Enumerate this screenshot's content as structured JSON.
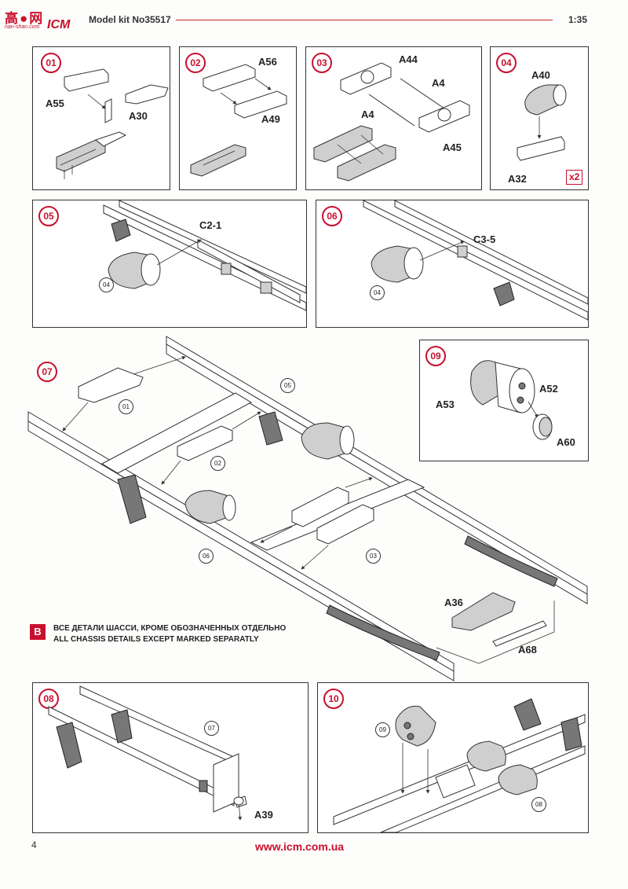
{
  "header": {
    "title": "Model kit No35517",
    "scale": "1:35"
  },
  "logo": {
    "cn": "高●网",
    "sub": "nan-shan.com",
    "icm": "ICM"
  },
  "steps": {
    "s01": {
      "num": "01",
      "labels": [
        "A55",
        "A30"
      ]
    },
    "s02": {
      "num": "02",
      "labels": [
        "A56",
        "A49"
      ]
    },
    "s03": {
      "num": "03",
      "labels": [
        "A44",
        "A4",
        "A4",
        "A45"
      ]
    },
    "s04": {
      "num": "04",
      "labels": [
        "A40",
        "A32"
      ],
      "multiplier": "x2"
    },
    "s05": {
      "num": "05",
      "labels": [
        "C2-1"
      ],
      "refs": [
        "04"
      ]
    },
    "s06": {
      "num": "06",
      "labels": [
        "C3-5"
      ],
      "refs": [
        "04"
      ]
    },
    "s07": {
      "num": "07",
      "labels": [
        "A36",
        "A68"
      ],
      "refs": [
        "05",
        "01",
        "02",
        "06",
        "03"
      ]
    },
    "s08": {
      "num": "08",
      "labels": [
        "A39"
      ],
      "refs": [
        "07"
      ]
    },
    "s09": {
      "num": "09",
      "labels": [
        "A52",
        "A53",
        "A60"
      ]
    },
    "s10": {
      "num": "10",
      "refs": [
        "09",
        "08"
      ]
    }
  },
  "note": {
    "badge": "B",
    "ru": "ВСЕ ДЕТАЛИ ШАССИ, КРОМЕ ОБОЗНАЧЕННЫХ ОТДЕЛЬНО",
    "en": "ALL CHASSIS DETAILS EXCEPT MARKED SEPARATLY"
  },
  "footer": {
    "page": "4",
    "url": "www.icm.com.ua"
  },
  "colors": {
    "accent": "#c8102e"
  }
}
